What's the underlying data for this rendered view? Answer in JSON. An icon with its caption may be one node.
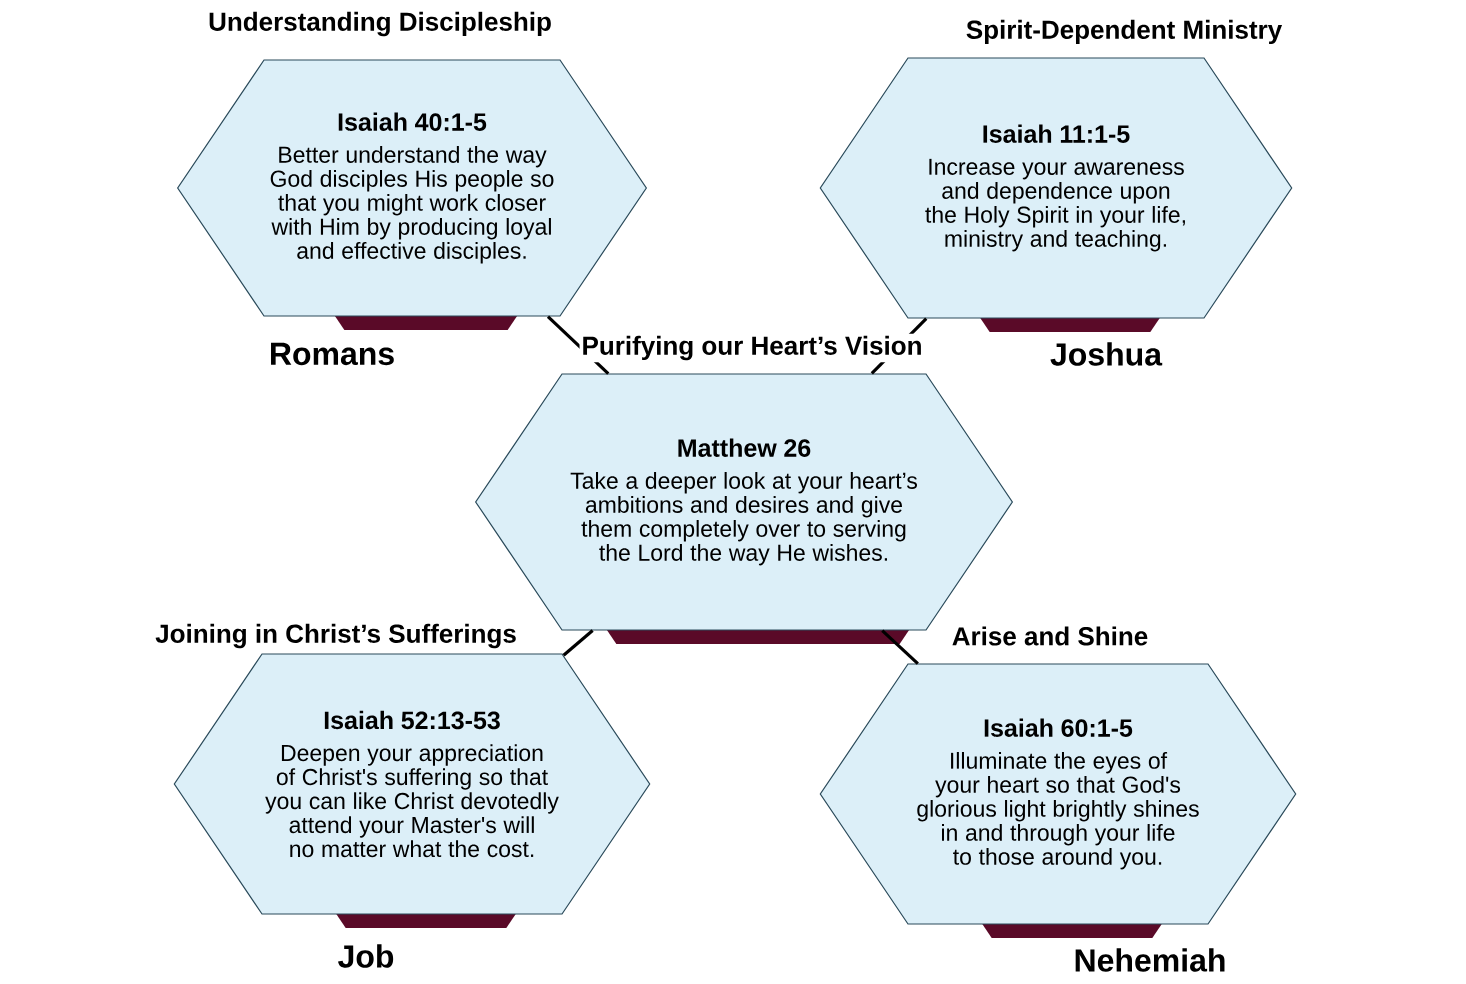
{
  "diagram": {
    "nodes": [
      {
        "text": [
          "Understanding Discipleship",
          "Isaiah 40:1-5",
          "Better understand the way God disciples His people so that you might work closer with Him by producing loyal and effective disciples."
        ],
        "beside": [
          "Romans"
        ]
      },
      {
        "text": [
          "Spirit-Dependent Ministry",
          "Isaiah 11:1-5",
          "Increase your awareness and dependence upon the Holy Spirit in your life, ministry and teaching."
        ],
        "beside": [
          "Joshua"
        ]
      },
      {
        "text": [
          "Purifying our Heart’s Vision",
          "Matthew 26",
          "Take a deeper look at your heart’s ambitions and desires and give them completely over to serving the Lord the way He wishes."
        ]
      },
      {
        "text": [
          "Joining in Christ’s Sufferings",
          "Isaiah 52:13-53",
          "Deepen your appreciation of Christ's suffering so that you can like Christ devotedly attend your Master's will no matter what the cost."
        ],
        "beside": [
          "Job"
        ]
      },
      {
        "text": [
          "Arise and Shine",
          "Isaiah 60:1-5",
          "Illuminate the eyes of your heart so that God's glorious light brightly shines in and through your life to those around you."
        ],
        "beside": [
          "Nehemiah"
        ]
      }
    ],
    "edges": [
      {
        "from": 2,
        "to": 0,
        "arrow": "none"
      },
      {
        "from": 2,
        "to": 1,
        "arrow": "none"
      },
      {
        "from": 2,
        "to": 3,
        "arrow": "none"
      },
      {
        "from": 2,
        "to": 4,
        "arrow": "none"
      }
    ]
  }
}
